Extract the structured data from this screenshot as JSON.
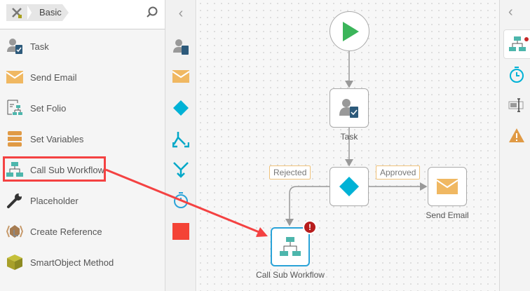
{
  "left_panel": {
    "breadcrumb": "Basic",
    "items": [
      {
        "label": "Task",
        "icon": "task-icon"
      },
      {
        "label": "Send Email",
        "icon": "email-icon"
      },
      {
        "label": "Set Folio",
        "icon": "folio-icon"
      },
      {
        "label": "Set Variables",
        "icon": "variables-icon"
      },
      {
        "label": "Call Sub Workflow",
        "icon": "sub-workflow-icon"
      },
      {
        "label": "Placeholder",
        "icon": "wrench-icon"
      },
      {
        "label": "Create Reference",
        "icon": "reference-icon"
      },
      {
        "label": "SmartObject Method",
        "icon": "smartobject-icon"
      }
    ]
  },
  "canvas": {
    "nodes": {
      "task": "Task",
      "send_email": "Send Email",
      "call_sub": "Call Sub Workflow"
    },
    "labels": {
      "rejected": "Rejected",
      "approved": "Approved"
    }
  },
  "colors": {
    "accent": "#2aa3d8",
    "teal": "#4db6ac",
    "highlight": "#f44242",
    "email": "#f0b862"
  }
}
